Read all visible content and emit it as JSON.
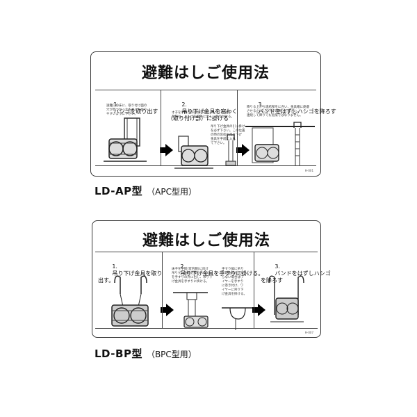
{
  "sign_a": {
    "title": "避難はしご使用法",
    "steps": [
      {
        "number": "1.",
        "title": "ハシゴを取り出す",
        "note": "遠難口の床に、取り付け面の\n穴が見つかったらすぐわかり\nやすいように下さい。"
      },
      {
        "number": "2.",
        "title": "吊り下げ金具を窓わく\n（取り付け部）に掛ける",
        "note": "オ子を手前(室内側)に向け、吊り下げ金具\nを持ち、ハシゴを窓外に出し、吊り付ける。"
      },
      {
        "number": "3.",
        "title": "バンドをはずしハシゴを降ろす",
        "note": "降りる上から連結部をに合い、金具確に皮膚\nさせる止にして下さい降りて下さい。\n連続して降りても危険ではなりません。"
      }
    ],
    "side_note": "吊り下げ金具の引っ掛け\nを必ず下さい。この位置\nの時の窓枠や吊り下げ\n金具を手前に入れ\nて下さい。",
    "code": "H-001"
  },
  "caption_a": {
    "model": "LD-AP型",
    "sub": "（APC型用）"
  },
  "sign_b": {
    "title": "避難はしご使用法",
    "steps": [
      {
        "number": "1.",
        "title": "吊り下げ金具を取り\n出す。",
        "note": ""
      },
      {
        "number": "2.",
        "title": "吊り下げ金具を手すりに掛ける。",
        "note": "床子を手前(室内側)に向け\n吊りゲン金具を持ちハシゴ\nを手すりの外に出し、吊り下\nげ金具を手すりに掛ける。"
      },
      {
        "number": "3.",
        "title": "バンドをはずしハシゴ\nを降ろす",
        "note": ""
      }
    ],
    "side_note": "手すり幅に吊り\n下げ金具がかか\nらない場合はワ\nイヤーを手すり\nに巻き付け、ワ\nイヤーに吊り下\nげ金具を掛ける。",
    "code": "H-007"
  },
  "caption_b": {
    "model": "LD-BP型",
    "sub": "（BPC型用）"
  }
}
